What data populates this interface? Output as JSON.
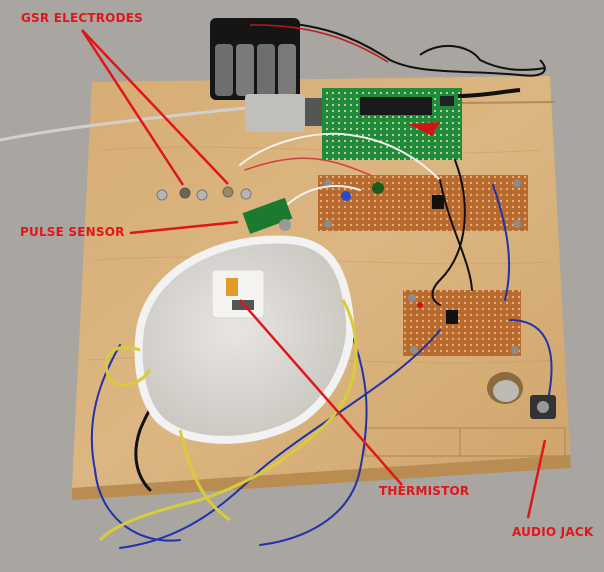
{
  "photo": {
    "subject": "Physiological sensor board prototype on wooden base",
    "annotations": [
      {
        "id": "gsr",
        "text": "GSR ELECTRODES"
      },
      {
        "id": "pulse",
        "text": "PULSE SENSOR"
      },
      {
        "id": "thermistor",
        "text": "THERMISTOR"
      },
      {
        "id": "audio",
        "text": "AUDIO JACK"
      }
    ]
  },
  "colors": {
    "annotation": "#e0161a",
    "background": "#a9a6a1",
    "board_wood": "#d9b27c",
    "pcb_green": "#1f8a3a",
    "perfboard": "#b8692e"
  }
}
